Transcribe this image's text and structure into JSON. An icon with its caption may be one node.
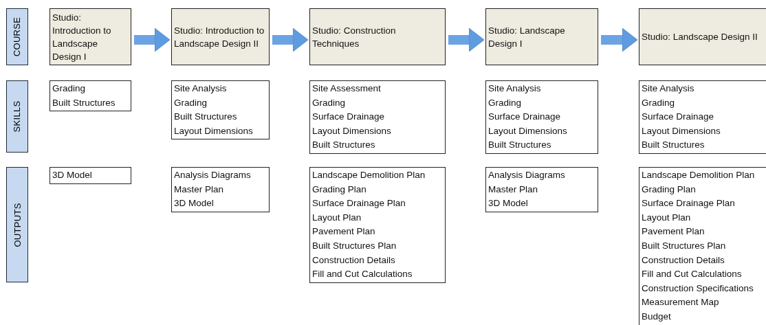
{
  "diagram": {
    "nodes": [
      {
        "text": [
          "COURSE"
        ]
      },
      {
        "text": [
          "Studio: Introduction to Landscape Design I"
        ]
      },
      {
        "text": [
          "Studio: Introduction to Landscape Design II"
        ]
      },
      {
        "text": [
          "Studio: Construction Techniques"
        ]
      },
      {
        "text": [
          "Studio: Landscape Design I"
        ]
      },
      {
        "text": [
          "Studio: Landscape Design II"
        ]
      },
      {
        "text": [
          "SKILLS"
        ]
      },
      {
        "text": [
          "Grading",
          "Built Structures"
        ]
      },
      {
        "text": [
          "Site Analysis",
          "Grading",
          "Built Structures",
          "Layout Dimensions"
        ]
      },
      {
        "text": [
          "Site Assessment",
          "Grading",
          "Surface Drainage",
          "Layout Dimensions",
          "Built Structures"
        ]
      },
      {
        "text": [
          "Site Analysis",
          "Grading",
          "Surface Drainage",
          "Layout Dimensions",
          "Built Structures"
        ]
      },
      {
        "text": [
          "Site Analysis",
          "Grading",
          "Surface Drainage",
          "Layout Dimensions",
          "Built Structures"
        ]
      },
      {
        "text": [
          "OUTPUTS"
        ]
      },
      {
        "text": [
          "3D Model"
        ]
      },
      {
        "text": [
          "Analysis Diagrams",
          "Master Plan",
          "3D Model"
        ]
      },
      {
        "text": [
          "Landscape Demolition Plan",
          "Grading Plan",
          "Surface Drainage Plan",
          "Layout Plan",
          "Pavement Plan",
          "Built Structures Plan",
          "Construction Details",
          "Fill and Cut Calculations"
        ]
      },
      {
        "text": [
          "Analysis Diagrams",
          "Master Plan",
          "3D Model"
        ]
      },
      {
        "text": [
          "Landscape Demolition Plan",
          "Grading Plan",
          "Surface Drainage Plan",
          "Layout Plan",
          "Pavement Plan",
          "Built Structures Plan",
          "Construction Details",
          "Fill and Cut Calculations",
          "Construction Specifications",
          "Measurement Map",
          "Budget"
        ]
      }
    ],
    "edges": [
      {
        "from": 1,
        "to": 2,
        "arrow": "to"
      },
      {
        "from": 2,
        "to": 3,
        "arrow": "to"
      },
      {
        "from": 3,
        "to": 4,
        "arrow": "to"
      },
      {
        "from": 4,
        "to": 5,
        "arrow": "to"
      }
    ]
  }
}
